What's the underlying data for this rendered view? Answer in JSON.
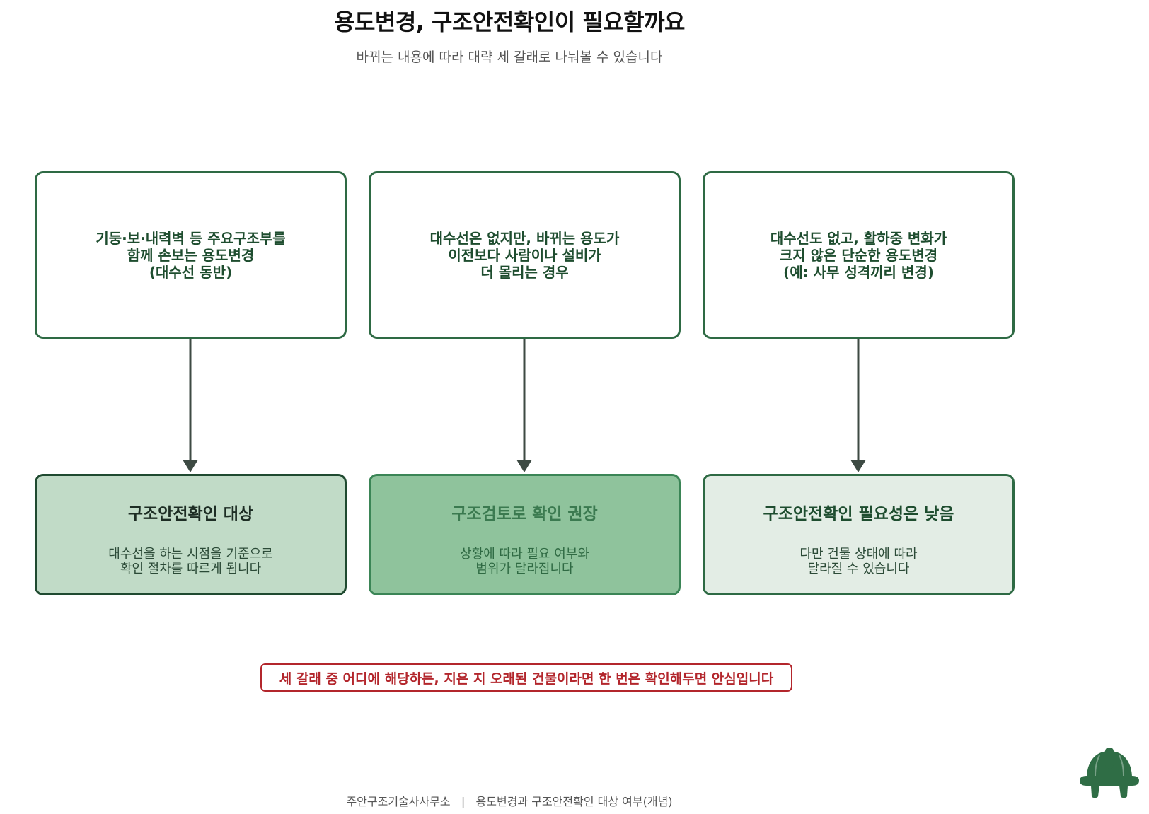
{
  "title": "용도변경, 구조안전확인이 필요할까요",
  "subtitle": "바뀌는 내용에 따라 대략 세 갈래로 나눠볼 수 있습니다",
  "branches": [
    {
      "condition": "기둥·보·내력벽 등 주요구조부를\n함께 손보는 용도변경\n(대수선 동반)",
      "result_title": "구조안전확인 대상",
      "result_body": "대수선을 하는 시점을 기준으로\n확인 절차를 따르게 됩니다"
    },
    {
      "condition": "대수선은 없지만, 바뀌는 용도가\n이전보다 사람이나 설비가\n더 몰리는 경우",
      "result_title": "구조검토로 확인 권장",
      "result_body": "상황에 따라 필요 여부와\n범위가 달라집니다"
    },
    {
      "condition": "대수선도 없고, 활하중 변화가\n크지 않은 단순한 용도변경\n(예: 사무 성격끼리 변경)",
      "result_title": "구조안전확인 필요성은 낮음",
      "result_body": "다만 건물 상태에 따라\n달라질 수 있습니다"
    }
  ],
  "callout": "세 갈래 중 어디에 해당하든, 지은 지 오래된 건물이라면 한 번은 확인해두면 안심입니다",
  "footer": "주안구조기술사사무소   |   용도변경과 구조안전확인 대상 여부(개념)",
  "icons": {
    "helmet": "hard-hat-icon"
  },
  "colors": {
    "frame_green": "#2e6a44",
    "result_1_fill": "#c1dbc7",
    "result_2_fill": "#8fc39c",
    "result_3_fill": "#e3ede5",
    "callout_red": "#b3262c",
    "arrow": "#3d4a43",
    "helmet": "#2f6d45"
  }
}
